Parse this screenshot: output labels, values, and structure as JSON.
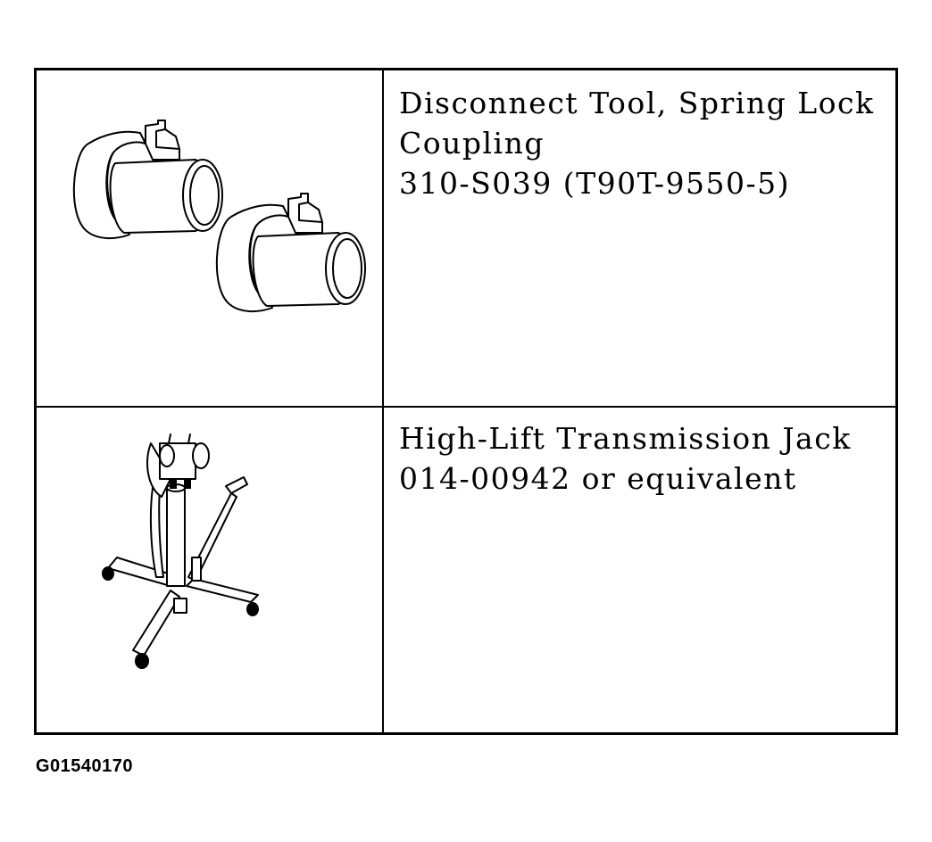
{
  "tools": [
    {
      "name_lines": [
        "Disconnect Tool, Spring Lock",
        "Coupling"
      ],
      "part_number": "310-S039 (T90T-9550-5)",
      "illustration_icon": "spring-lock-disconnect-tool-icon"
    },
    {
      "name_lines": [
        "High-Lift Transmission Jack"
      ],
      "part_number": "014-00942 or equivalent",
      "illustration_icon": "transmission-jack-icon"
    }
  ],
  "figure_code": "G01540170"
}
